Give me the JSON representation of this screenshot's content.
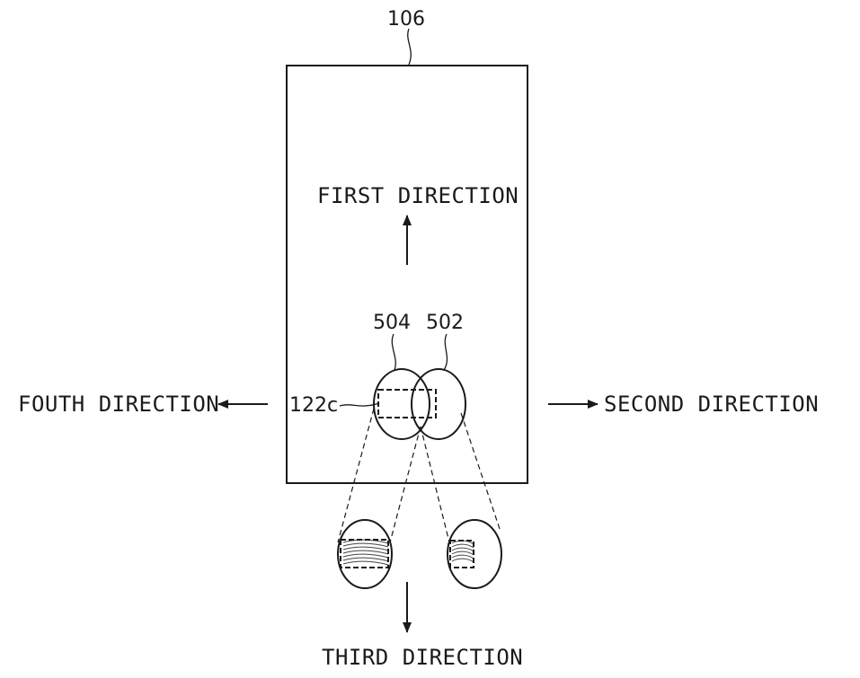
{
  "diagram": {
    "device_ref": "106",
    "sensor_refs": {
      "left_circle": "504",
      "right_circle": "502",
      "sensor_area": "122c"
    },
    "directions": {
      "first": "FIRST DIRECTION",
      "second": "SECOND DIRECTION",
      "third": "THIRD DIRECTION",
      "fourth": "FOUTH DIRECTION"
    },
    "colors": {
      "ink": "#1a1a1a",
      "background": "#ffffff"
    }
  }
}
